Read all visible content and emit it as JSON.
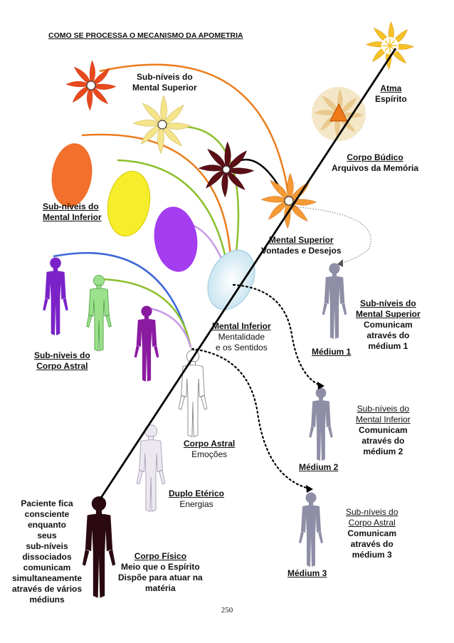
{
  "title": "COMO SE PROCESSA  O MECANISMO DA APOMETRIA",
  "page_number": "250",
  "colors": {
    "orange_line": "#ea7c1c",
    "green_line": "#8cbf2e",
    "lilac_line": "#c79ae6",
    "blue_line": "#3c67d8",
    "main_line": "#000000",
    "figure_gray": "#8e8ea6",
    "violet": "#7a22c8",
    "purple": "#8a1aa0"
  },
  "labels": {
    "sub_mental_superior": [
      "Sub-níveis do",
      "Mental Superior"
    ],
    "atma": [
      "Atma",
      "Espírito"
    ],
    "corpo_budico": [
      "Corpo Búdico",
      "Arquivos da Memória"
    ],
    "sub_mental_inferior": [
      "Sub-níveis do",
      "Mental Inferior"
    ],
    "mental_superior": [
      "Mental Superior",
      "Vontades e  Desejos"
    ],
    "mental_inferior": [
      "Mental Inferior",
      "Mentalidade",
      "e os Sentidos"
    ],
    "sub_corpo_astral": [
      "Sub-níveis do",
      "Corpo Astral"
    ],
    "corpo_astral": [
      "Corpo Astral",
      "Emoções"
    ],
    "duplo_eterico": [
      "Duplo Etérico",
      "Energias"
    ],
    "corpo_fisico": [
      "Corpo Físico",
      "Meio que o Espírito",
      "Dispõe para atuar na",
      "matéria"
    ],
    "paciente": [
      "Paciente fica",
      "consciente",
      "enquanto",
      "seus",
      "sub-níveis",
      "dissociados",
      "comunicam",
      "simultaneamente",
      "através de vários",
      "médiuns"
    ],
    "medium1_name": "Médium 1",
    "medium1_info": [
      "Sub-níveis do",
      "Mental Superior",
      "Comunicam",
      "através do",
      "médium 1"
    ],
    "medium2_name": "Médium 2",
    "medium2_info": [
      "Sub-níveis do",
      "Mental Inferior",
      "Comunicam",
      "através do",
      "médium 2"
    ],
    "medium3_name": "Médium 3",
    "medium3_info": [
      "Sub-níveis do",
      "Corpo Astral",
      "Comunicam",
      "através do",
      "médium 3"
    ]
  }
}
